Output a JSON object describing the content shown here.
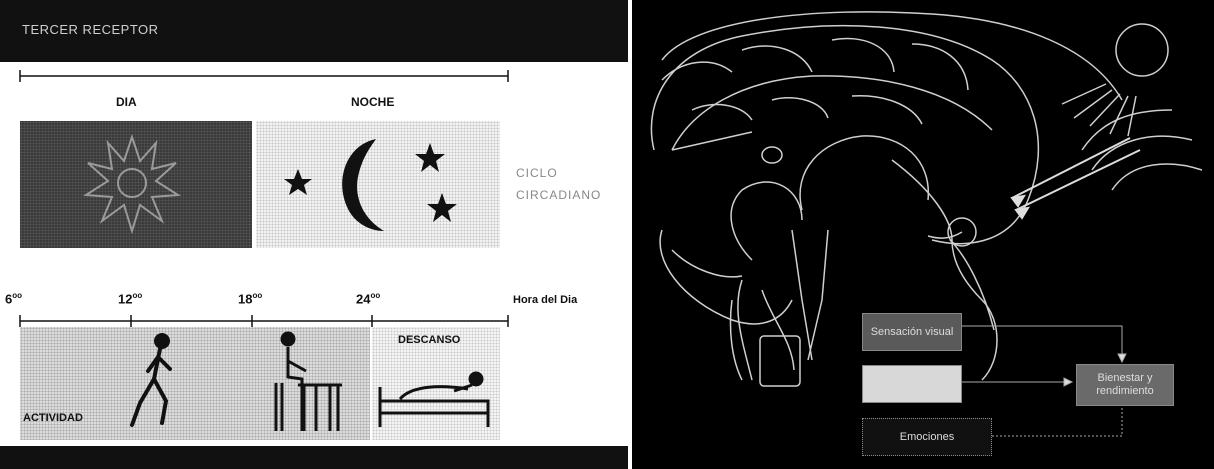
{
  "left_panel": {
    "title": "TERCER RECEPTOR",
    "day_label": "DIA",
    "night_label": "NOCHE",
    "cycle_line1": "CICLO",
    "cycle_line2": "CIRCADIANO",
    "times": [
      "6",
      "12",
      "18",
      "24"
    ],
    "time_superscript": "oo",
    "time_axis_label": "Hora del Dia",
    "activity_label": "ACTIVIDAD",
    "rest_label": "DESCANSO"
  },
  "right_panel": {
    "boxes": [
      "Sensación visual",
      "",
      "Emociones"
    ],
    "result_box": "Bienestar y rendimiento"
  },
  "colors": {
    "bar": "#111111",
    "right_bg": "#000000",
    "line_gray": "#cccccc"
  }
}
